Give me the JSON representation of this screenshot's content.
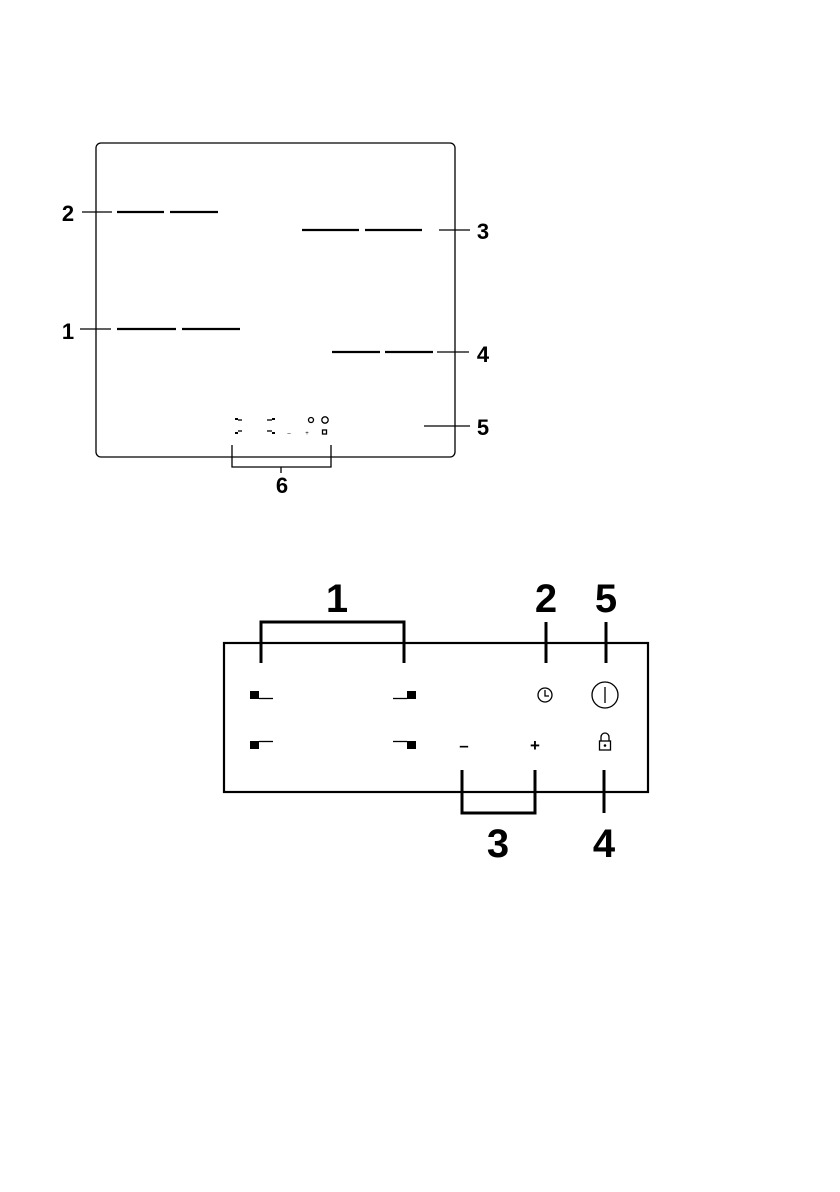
{
  "hob_top_view": {
    "callouts": {
      "zone_rear_left": "2",
      "zone_front_left": "1",
      "zone_rear_right": "3",
      "zone_front_right": "4",
      "hob_surface": "5",
      "control_panel": "6"
    }
  },
  "control_panel_view": {
    "callouts": {
      "zone_selectors": "1",
      "timer": "2",
      "power": "5",
      "minus_plus": "3",
      "lock": "4"
    },
    "buttons": {
      "minus": "–",
      "plus": "+"
    }
  },
  "icons": [
    "zone-indicator-icon",
    "timer-icon",
    "power-icon",
    "lock-icon"
  ]
}
